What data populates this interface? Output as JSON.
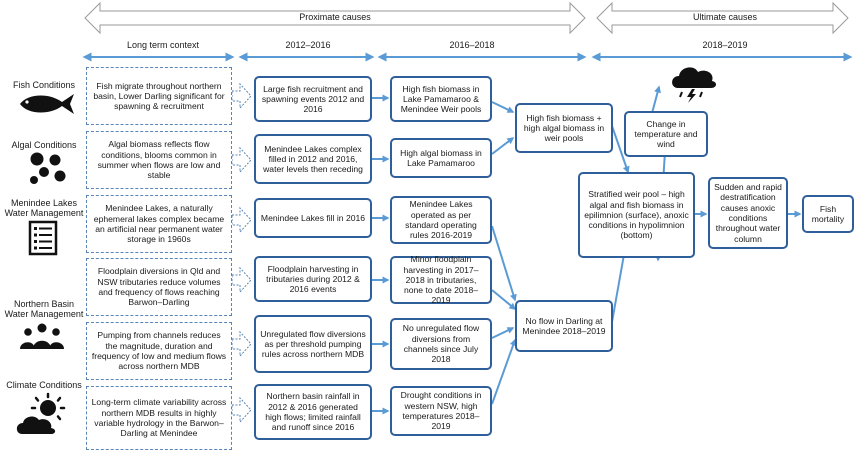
{
  "headers": {
    "proximate": "Proximate causes",
    "ultimate": "Ultimate causes",
    "long_term": "Long term context",
    "p2012": "2012–2016",
    "p2016": "2016–2018",
    "p2018": "2018–2019"
  },
  "categories": [
    {
      "label": "Fish Conditions",
      "icon": "fish-icon"
    },
    {
      "label": "Algal Conditions",
      "icon": "algae-dots-icon"
    },
    {
      "label": "Menindee Lakes Water Management",
      "icon": "checklist-icon"
    },
    {
      "label": "Northern Basin Water Management",
      "icon": "people-group-icon"
    },
    {
      "label": "Climate Conditions",
      "icon": "sun-cloud-icon"
    }
  ],
  "context": [
    "Fish migrate throughout northern basin, Lower Darling significant for spawning & recruitment",
    "Algal biomass reflects flow conditions, blooms common in summer when flows are low and stable",
    "Menindee Lakes, a naturally ephemeral lakes complex became an artificial near permanent water storage in 1960s",
    "Floodplain diversions in Qld and NSW tributaries reduce volumes and frequency of flows reaching Barwon–Darling",
    "Pumping from channels reduces the magnitude, duration and frequency of low and medium flows across northern MDB",
    "Long-term climate variability across northern MDB results in highly variable hydrology in the Barwon–Darling at Menindee"
  ],
  "col2012": [
    "Large fish recruitment and spawning events 2012 and 2016",
    "Menindee Lakes complex filled in 2012 and 2016, water levels then receding",
    "Menindee Lakes fill in 2016",
    "Floodplain harvesting in tributaries during 2012 & 2016 events",
    "Unregulated flow diversions as per threshold pumping rules across northern MDB",
    "Northern basin rainfall in 2012 & 2016 generated high flows; limited rainfall and runoff since 2016"
  ],
  "col2016": [
    "High fish biomass in Lake Pamamaroo & Menindee Weir pools",
    "High algal biomass in Lake Pamamaroo",
    "Menindee Lakes operated as per standard operating rules 2016-2019",
    "Minor floodplain harvesting in 2017–2018 in tributaries, none to date 2018–2019",
    "No unregulated flow diversions from channels since July 2018",
    "Drought conditions in western NSW, high temperatures 2018–2019"
  ],
  "mid": {
    "fish_algal": "High fish biomass + high algal biomass in weir pools",
    "no_flow": "No flow in Darling at Menindee 2018–2019"
  },
  "ultimate": {
    "temp_wind": "Change in temperature and wind",
    "stratified": "Stratified weir pool – high algal and fish biomass in epilimnion (surface), anoxic conditions in hypolimnion (bottom)",
    "destrat": "Sudden and rapid destratification causes anoxic conditions throughout water column",
    "mortality": "Fish mortality"
  },
  "colors": {
    "box_border": "#2f5f9a",
    "arrow": "#5b9bd5",
    "icon": "#111111"
  }
}
